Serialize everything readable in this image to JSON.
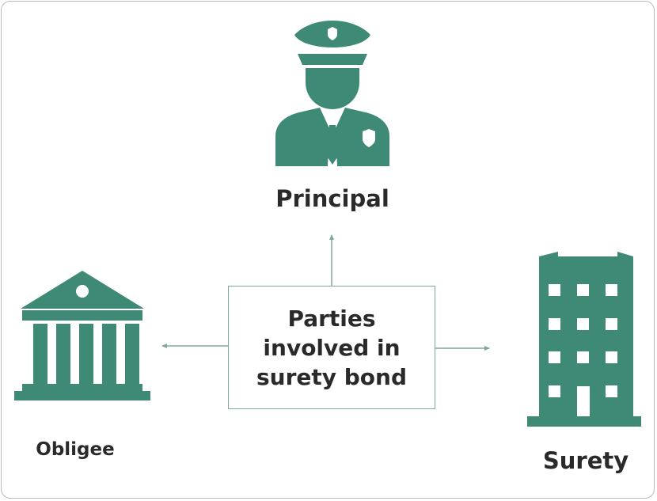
{
  "center": {
    "line1": "Parties",
    "line2": "involved in",
    "line3": "surety bond"
  },
  "parties": {
    "principal": {
      "label": "Principal",
      "icon": "police-officer-icon"
    },
    "obligee": {
      "label": "Obligee",
      "icon": "government-building-icon"
    },
    "surety": {
      "label": "Surety",
      "icon": "office-building-icon"
    }
  },
  "colors": {
    "icon": "#3e8a77",
    "text": "#2a2a2a",
    "connector": "#7fa89a"
  }
}
